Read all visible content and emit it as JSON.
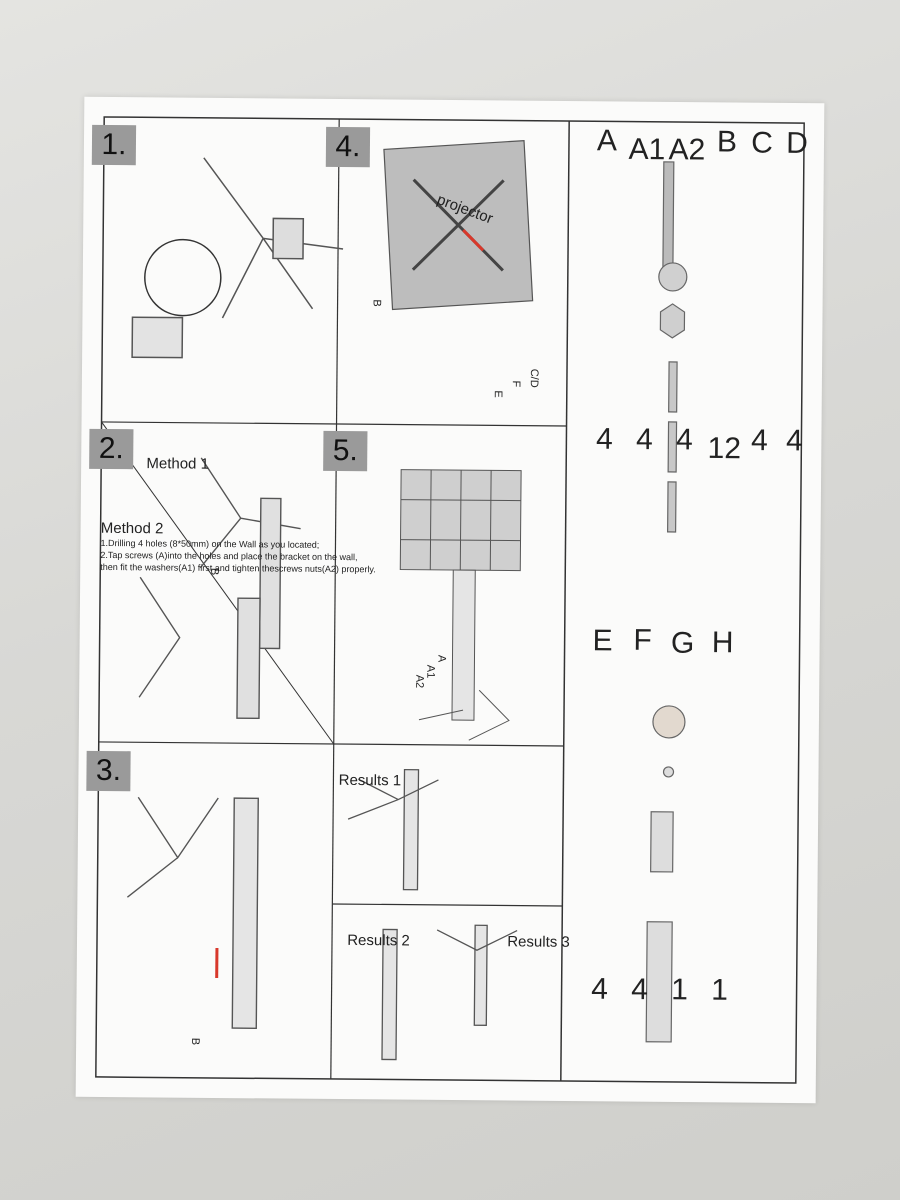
{
  "steps": {
    "s1": "1.",
    "s2": "2.",
    "s3": "3.",
    "s4": "4.",
    "s5": "5."
  },
  "labels": {
    "method1": "Method 1",
    "method2": "Method 2",
    "results1": "Results 1",
    "results2": "Results 2",
    "results3": "Results 3",
    "projector": "projector",
    "cd": "C/D",
    "f": "F",
    "e": "E",
    "b": "B",
    "a": "A",
    "a1": "A1",
    "a2": "A2"
  },
  "step5_notes": {
    "line1": "1.Drilling 4 holes (8*50mm) on the Wall as you located;",
    "line2": "2.Tap screws (A)into the holes and place the bracket on the wall,",
    "line3": "then fit the washers(A1) first and tighten thescrews nuts(A2) properly."
  },
  "parts_left": [
    {
      "code": "A",
      "qty": "4"
    },
    {
      "code": "A1",
      "qty": "4"
    },
    {
      "code": "A2",
      "qty": "4"
    },
    {
      "code": "B",
      "qty": "12"
    },
    {
      "code": "C",
      "qty": "4"
    },
    {
      "code": "D",
      "qty": "4"
    }
  ],
  "parts_right": [
    {
      "code": "E",
      "qty": "4"
    },
    {
      "code": "F",
      "qty": "4"
    },
    {
      "code": "G",
      "qty": "1"
    },
    {
      "code": "H",
      "qty": "1"
    }
  ],
  "colors": {
    "paper": "#fbfbfa",
    "step_badge": "#9a9a9a",
    "line": "#333333",
    "arrow_red": "#d8382b"
  }
}
